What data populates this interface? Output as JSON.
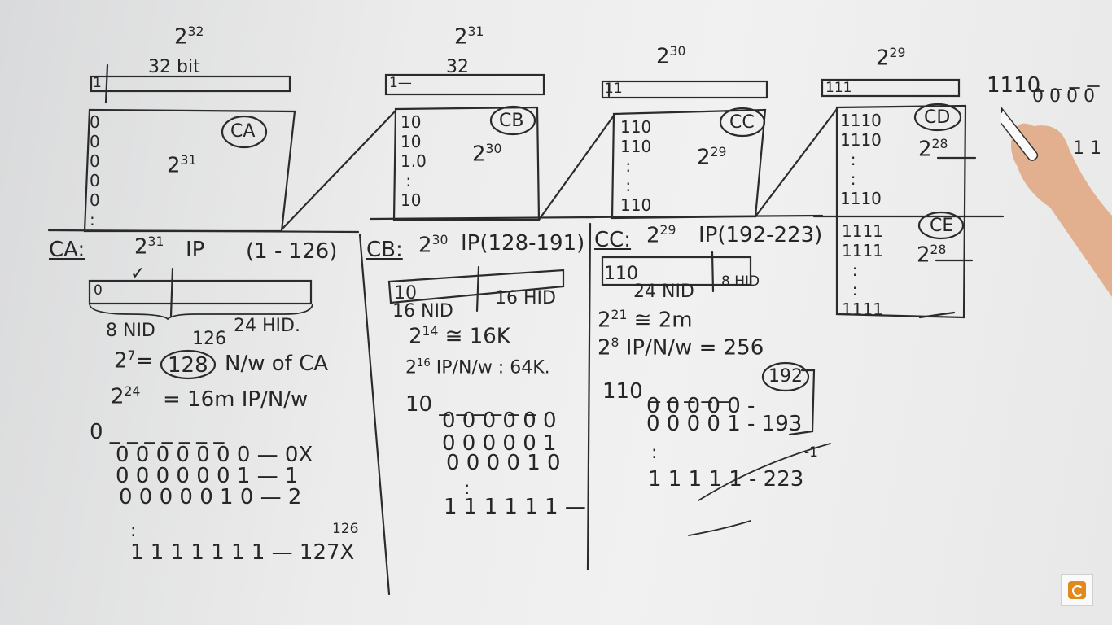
{
  "panels": {
    "ca": {
      "top_power": "2",
      "top_exp": "32",
      "bits_label": "32 bit",
      "bar_text": "1",
      "circle": "CA",
      "inner_base": "2",
      "inner_exp": "31",
      "column": "0\n0\n0\n0\n0\n:",
      "heading": "CA:",
      "heading_base": "2",
      "heading_exp": "31",
      "heading_ip": "IP",
      "range": "(1 - 126)",
      "check": "✓",
      "split_bar_text": "0",
      "nid": "8 NID",
      "hid_num": "126",
      "hid": "24 HID.",
      "calc1_base": "2",
      "calc1_exp": "7",
      "calc1_eq": "=",
      "calc1_val": "128",
      "calc1_tail": "N/w of CA",
      "calc2_base": "2",
      "calc2_exp": "24",
      "calc2_tail": "= 16m IP/N/w",
      "bin_head": "0 _ _ _ _ _ _ _",
      "rows": [
        "0 0 0 0 0 0 0  —  0X",
        "0 0 0 0 0 0 1  —  1",
        "0 0 0 0 0 1 0  —  2"
      ],
      "dots": ":",
      "last_note": "126",
      "last_row": "1 1 1 1 1 1 1  —  127X"
    },
    "cb": {
      "top_base": "2",
      "top_exp": "31",
      "bits_label": "32",
      "bar_text": "1—",
      "circle": "CB",
      "inner_base": "2",
      "inner_exp": "30",
      "column": "10\n10\n1.0\n :\n10",
      "heading": "CB:",
      "heading_base": "2",
      "heading_exp": "30",
      "heading_ip": "IP(128-191)",
      "split_bar_text": "10",
      "nid": "16 NID",
      "hid": "16 HID",
      "calc1_base": "2",
      "calc1_exp": "14",
      "calc1_tail": "≅ 16K",
      "calc2_base": "2",
      "calc2_exp": "16",
      "calc2_tail": "IP/N/w : 64K.",
      "bin_head": "10 _ _ _ _ _ _",
      "rows": [
        "0 0 0 0 0 0",
        "0 0 0 0 0 1",
        "0 0 0 0 1 0"
      ],
      "dots": ":",
      "last_row": "1 1 1 1 1 1 —"
    },
    "cc": {
      "top_base": "2",
      "top_exp": "30",
      "bar_text": "11",
      "circle": "CC",
      "inner_base": "2",
      "inner_exp": "29",
      "column": "110\n110\n :\n :\n110",
      "heading": "CC:",
      "heading_base": "2",
      "heading_exp": "29",
      "heading_ip": "IP(192-223)",
      "split_bar_text": "110",
      "nid": "24 NID",
      "hid": "8 HID",
      "calc1_base": "2",
      "calc1_exp": "21",
      "calc1_tail": "≅ 2m",
      "calc2_base": "2",
      "calc2_exp": "8",
      "calc2_tail": "IP/N/w = 256",
      "bin_head": "110 _ _ _ _ _",
      "mark": "192",
      "rows": [
        "0 0 0 0 0  -",
        "0 0 0 0 1 - 193"
      ],
      "dots": ":",
      "last_row": "1 1 1 1 1 - 223",
      "last_extra": "-1"
    },
    "cd": {
      "top_base": "2",
      "top_exp": "29",
      "bar_text": "111",
      "circle": "CD",
      "inner_base": "2",
      "inner_exp": "28",
      "column": "1110\n1110\n  :\n  :\n1110",
      "circle_e": "CE",
      "inner_e_base": "2",
      "inner_e_exp": "28",
      "column_e": "1111\n1111\n  :\n  :\n1111"
    },
    "right": {
      "binary": "1110",
      "zeros": "0 0 0 0",
      "ones": "1 1"
    }
  }
}
